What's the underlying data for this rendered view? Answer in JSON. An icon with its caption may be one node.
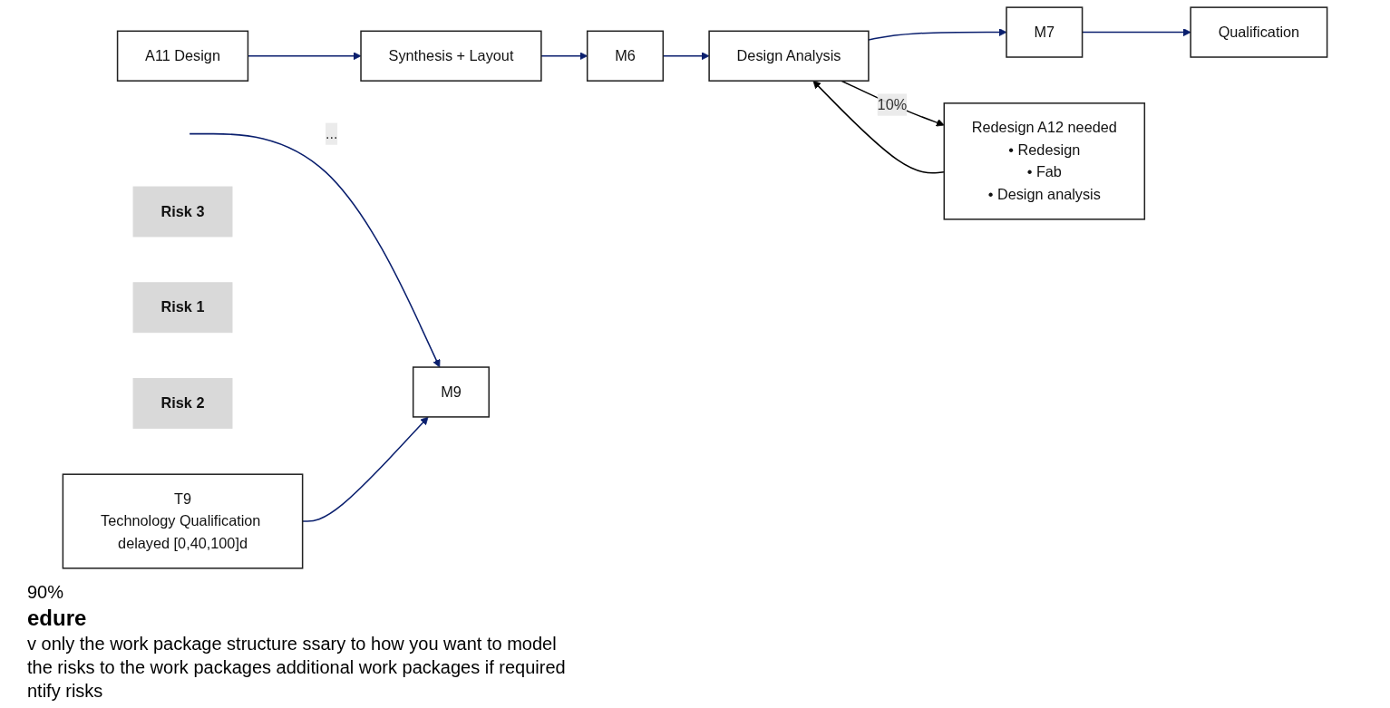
{
  "diagram": {
    "nodes": [
      {
        "text": [
          "A11 Design"
        ]
      },
      {
        "text": [
          "Synthesis + Layout"
        ]
      },
      {
        "text": [
          "M6"
        ]
      },
      {
        "text": [
          "Design Analysis"
        ]
      },
      {
        "text": [
          "M7"
        ]
      },
      {
        "text": [
          "Qualification"
        ]
      },
      {
        "text": [
          "M9"
        ]
      },
      {
        "text": [
          "Redesign A12 needed",
          "• Redesign",
          "• Fab",
          "• Design analysis"
        ]
      },
      {
        "text": [
          "T9",
          "Technology Qualification delayed [0,40,100]d"
        ]
      },
      {
        "text": [
          "Risk 3"
        ]
      },
      {
        "text": [
          "Risk 1"
        ]
      },
      {
        "text": [
          "Risk 2"
        ]
      }
    ],
    "edges": [
      {
        "from": 0,
        "to": 1,
        "arrow": "to"
      },
      {
        "from": 1,
        "to": 2,
        "arrow": "to"
      },
      {
        "from": 2,
        "to": 3,
        "arrow": "to"
      },
      {
        "from": 3,
        "to": 4,
        "arrow": "to"
      },
      {
        "from": 4,
        "to": 5,
        "arrow": "to"
      },
      {
        "from": null,
        "to": 6,
        "arrow": "to",
        "label": "..."
      },
      {
        "from": 3,
        "to": 7,
        "arrow": "to",
        "label": "10%",
        "color": "#000000"
      },
      {
        "from": 7,
        "to": 3,
        "arrow": "to",
        "color": "#000000"
      },
      {
        "from": 8,
        "to": 6,
        "arrow": "to"
      }
    ],
    "labels": [
      "90%",
      "edure",
      "v only the work package structure ssary to how you want to model",
      "the risks to the work packages additional work packages if required",
      "ntify risks"
    ]
  }
}
